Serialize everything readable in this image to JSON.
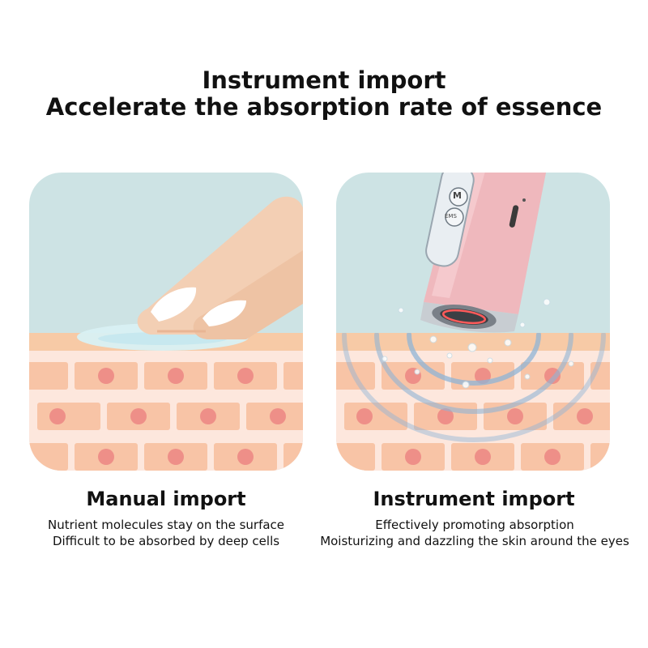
{
  "headline": {
    "line1": "Instrument import",
    "line2": "Accelerate the absorption rate of essence"
  },
  "left": {
    "title": "Manual import",
    "line1": "Nutrient molecules stay on the surface",
    "line2": "Difficult to be absorbed by deep cells"
  },
  "right": {
    "title": "Instrument import",
    "line1": "Effectively promoting absorption",
    "line2": "Moisturizing and dazzling the skin around the eyes",
    "device_buttons": {
      "m": "M",
      "ems": "EMS"
    }
  },
  "colors": {
    "sky": "#cde3e4",
    "skin_band": "#f7caa6",
    "cell_bg": "#fde7dd",
    "cell": "#f8c4a6",
    "nucleus": "#ee8f88",
    "finger": "#f3cfb4",
    "device_pink": "#efb8bd",
    "wave": "#8fb4d6"
  }
}
